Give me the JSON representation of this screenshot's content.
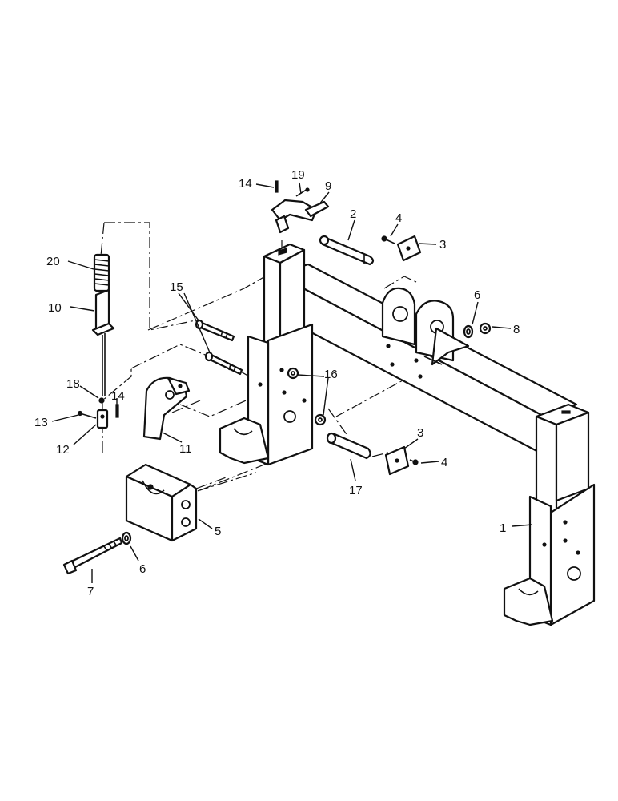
{
  "callouts": {
    "c1": "1",
    "c2": "2",
    "c3a": "3",
    "c3b": "3",
    "c4a": "4",
    "c4b": "4",
    "c5": "5",
    "c6a": "6",
    "c6b": "6",
    "c7": "7",
    "c8": "8",
    "c9": "9",
    "c10": "10",
    "c11": "11",
    "c12": "12",
    "c13": "13",
    "c14a": "14",
    "c14b": "14",
    "c15": "15",
    "c16": "16",
    "c17": "17",
    "c18": "18",
    "c19": "19",
    "c20": "20"
  }
}
